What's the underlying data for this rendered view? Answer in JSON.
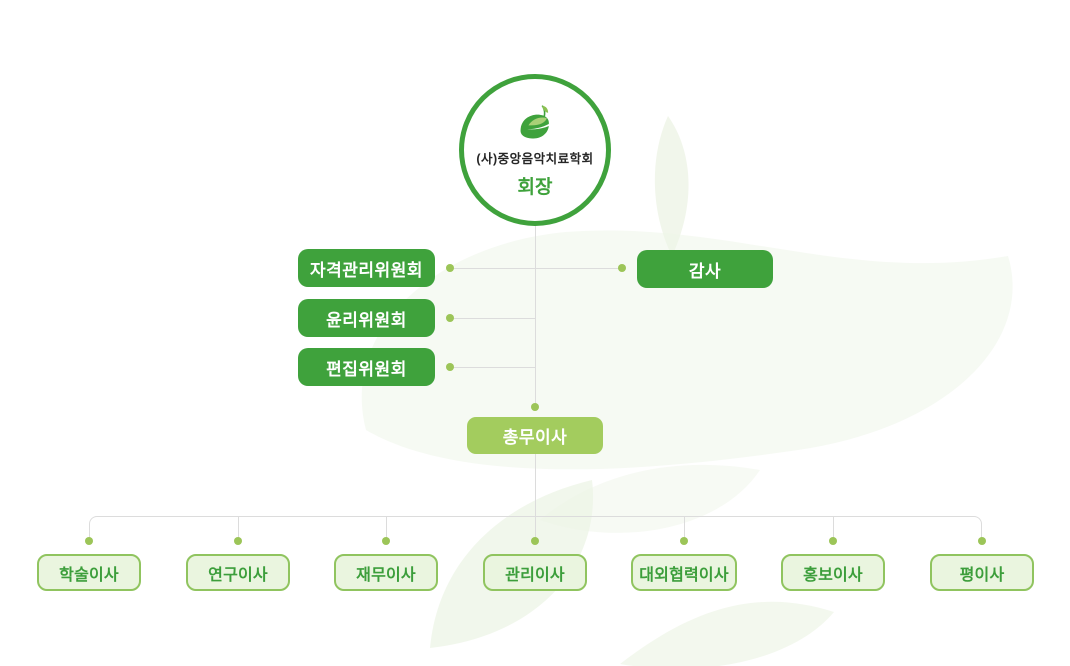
{
  "header": {
    "org_name": "(사)중앙음악치료학회",
    "chairman_label": "회장"
  },
  "committees": [
    "자격관리위원회",
    "윤리위원회",
    "편집위원회"
  ],
  "auditor_label": "감사",
  "general_affairs_label": "총무이사",
  "directors": [
    "학술이사",
    "연구이사",
    "재무이사",
    "관리이사",
    "대외협력이사",
    "홍보이사",
    "평이사"
  ],
  "icons": {
    "logo": "leaf-music-note-logo",
    "watermark": "faint-leaf-watermark"
  },
  "colors": {
    "primary_green": "#3fa23c",
    "accent_light_green": "#a3cc5e",
    "dot_green": "#9cc558",
    "director_fill": "#eaf5df",
    "director_border": "#90c45f",
    "director_text": "#3c9e3b",
    "connector_line": "#dcdcdc",
    "watermark_green": "#eef5e7"
  }
}
